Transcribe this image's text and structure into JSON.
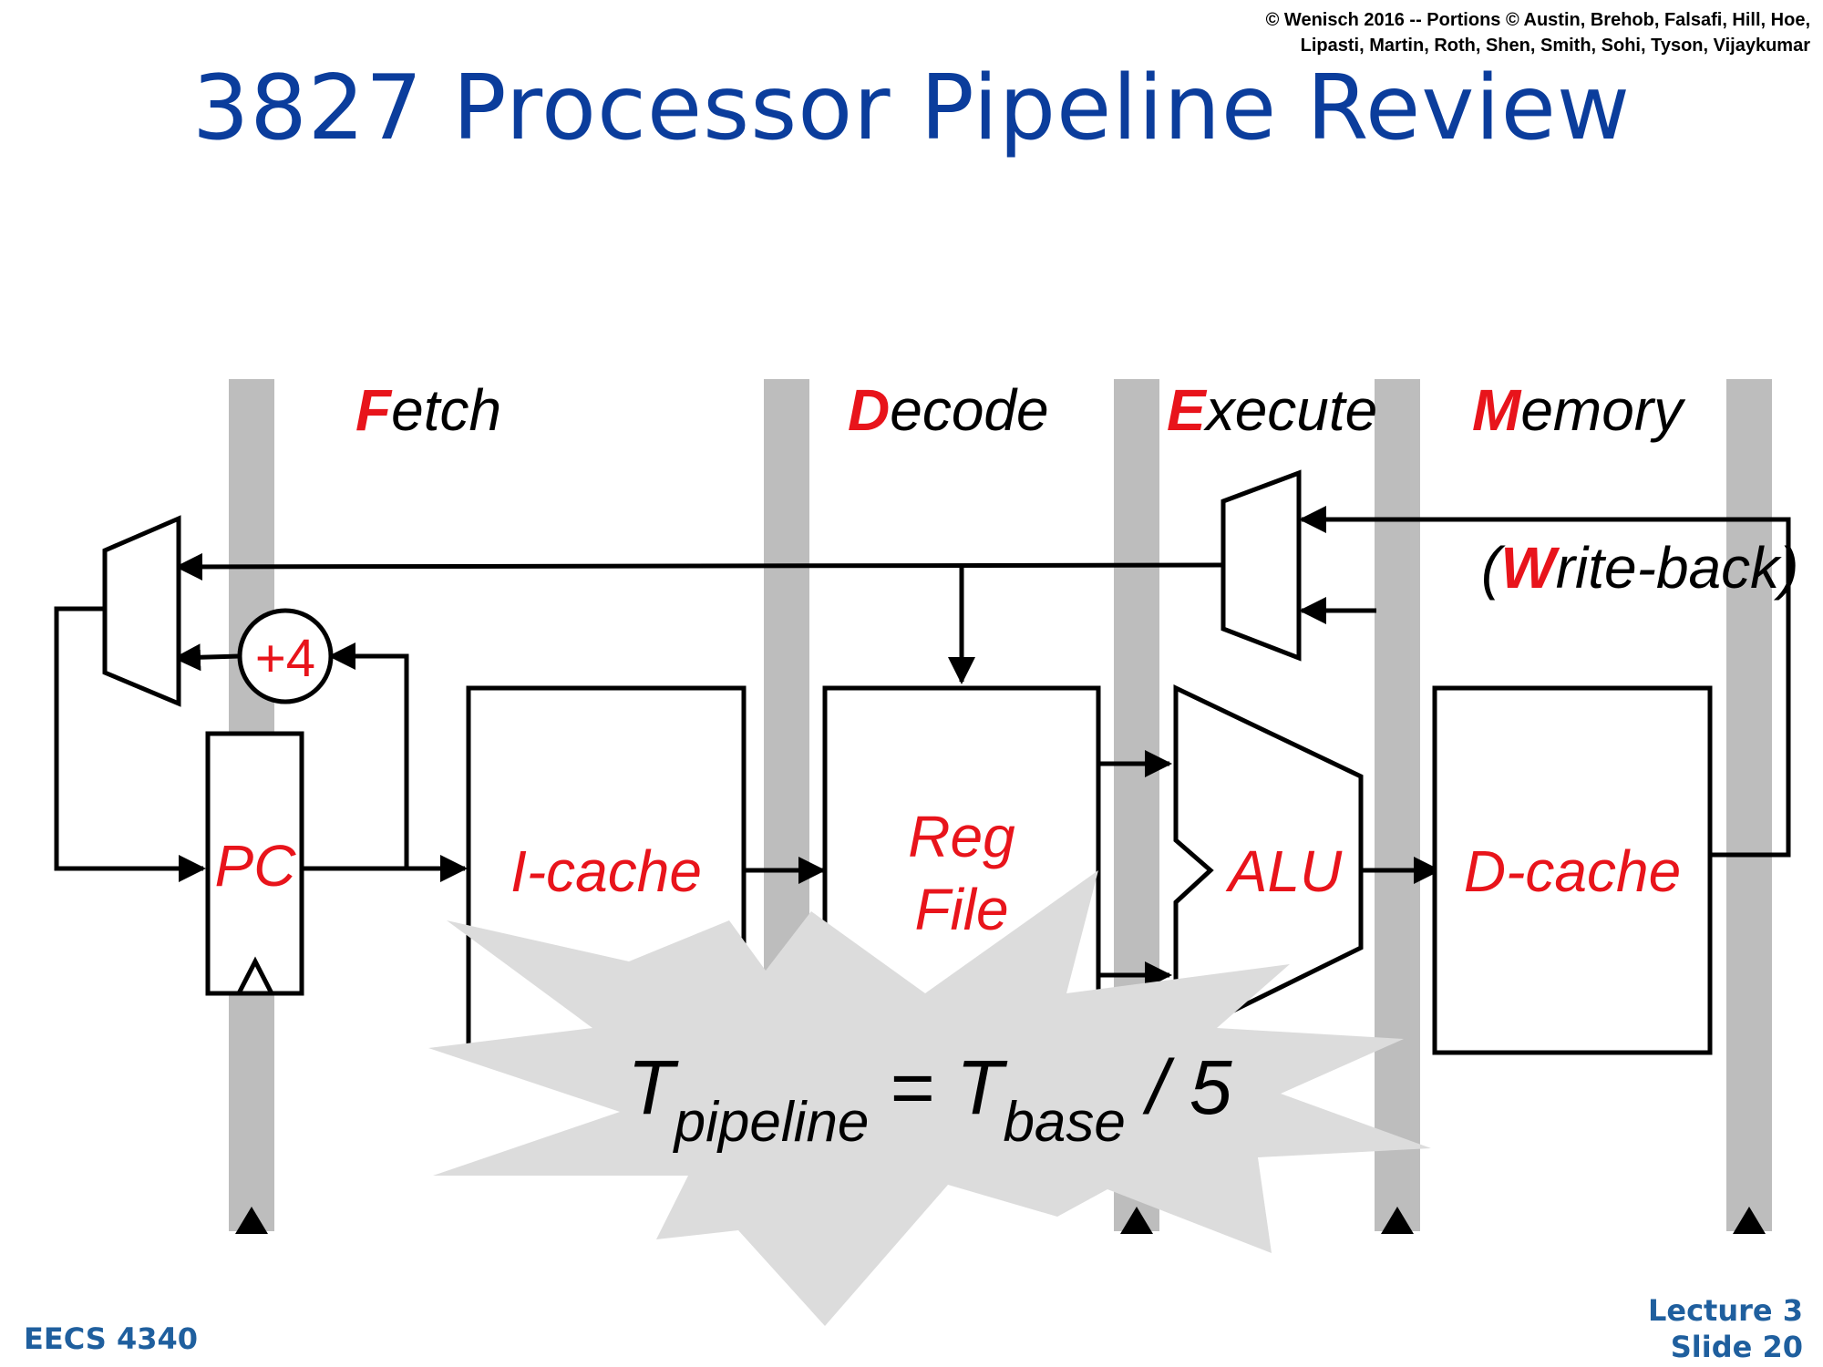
{
  "header": {
    "copyright_line1": "© Wenisch 2016 -- Portions © Austin, Brehob, Falsafi, Hill, Hoe,",
    "copyright_line2": "Lipasti, Martin, Roth, Shen, Smith, Sohi, Tyson, Vijaykumar"
  },
  "title": "3827 Processor Pipeline Review",
  "stages": [
    {
      "initial": "F",
      "rest": "etch"
    },
    {
      "initial": "D",
      "rest": "ecode"
    },
    {
      "initial": "E",
      "rest": "xecute"
    },
    {
      "initial": "M",
      "rest": "emory"
    }
  ],
  "writeback": {
    "open": "(",
    "initial": "W",
    "rest": "rite-back)"
  },
  "blocks": {
    "pc": "PC",
    "incr": "+4",
    "icache": "I-cache",
    "regfile_line1": "Reg",
    "regfile_line2": "File",
    "alu": "ALU",
    "dcache": "D-cache"
  },
  "formula": {
    "lhs": "T",
    "lhs_sub": "pipeline",
    "eq": " = ",
    "rhs": "T",
    "rhs_sub": "base",
    "tail": " / 5"
  },
  "footer": {
    "course": "EECS 4340",
    "lecture": "Lecture 3",
    "slide": "Slide 20"
  },
  "colors": {
    "title": "#0b3d9c",
    "accent_red": "#e8141b",
    "latch_gray": "#bdbdbd",
    "starburst": "#dcdcdc",
    "footer_blue": "#1f5f9e"
  }
}
